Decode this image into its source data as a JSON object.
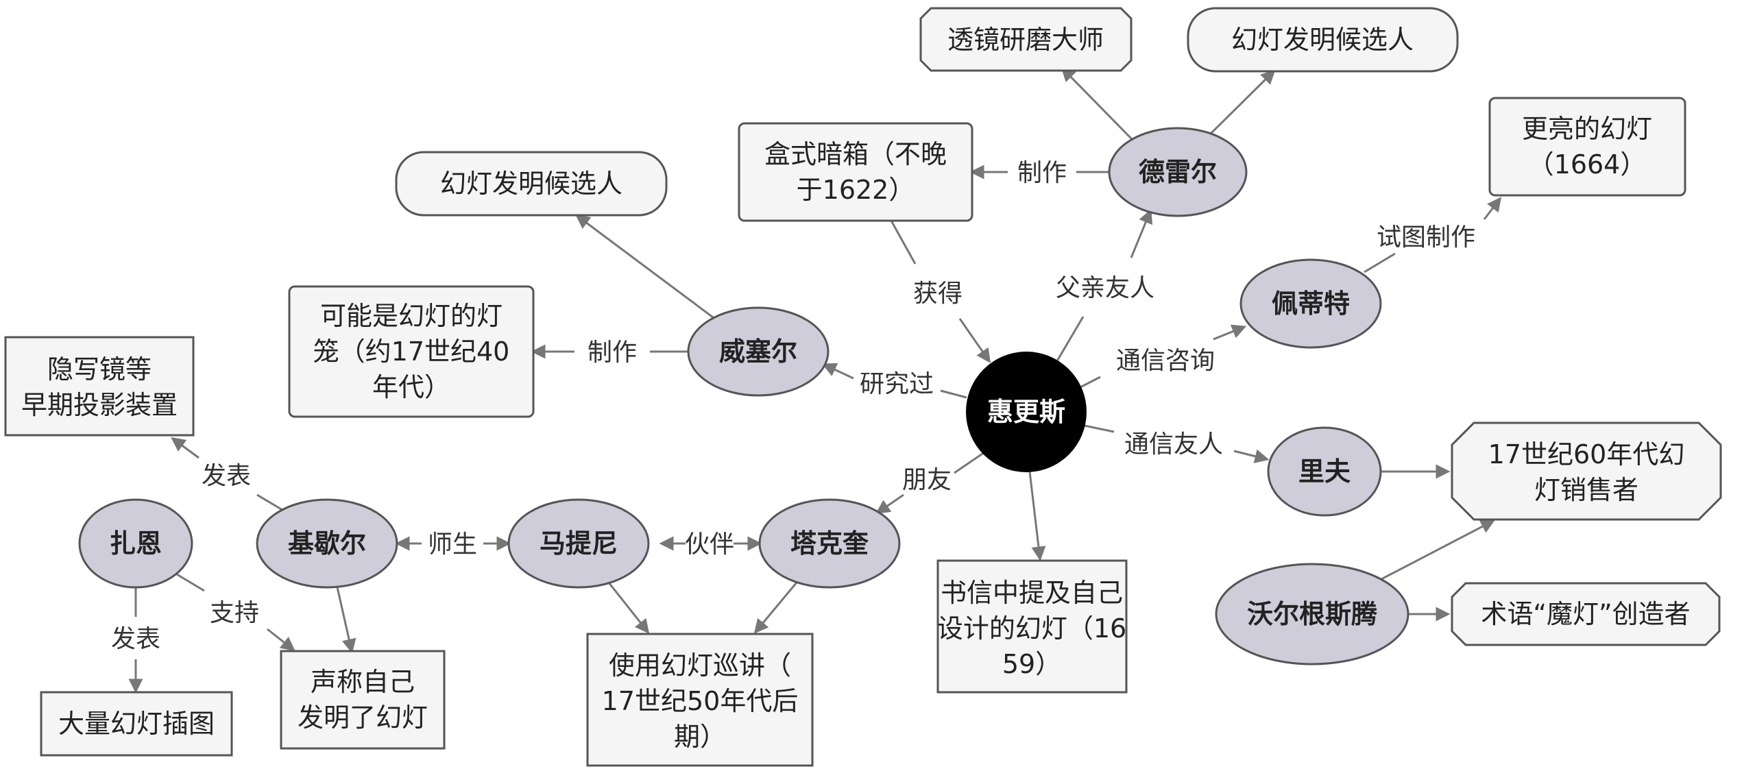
{
  "center": {
    "id": "huygens",
    "label": "惠更斯"
  },
  "people": [
    {
      "id": "deller",
      "label": "德雷尔"
    },
    {
      "id": "wiesel",
      "label": "威塞尔"
    },
    {
      "id": "petit",
      "label": "佩蒂特"
    },
    {
      "id": "reeves",
      "label": "里夫"
    },
    {
      "id": "walgensten",
      "label": "沃尔根斯腾"
    },
    {
      "id": "taquet",
      "label": "塔克奎"
    },
    {
      "id": "martini",
      "label": "马提尼"
    },
    {
      "id": "kircher",
      "label": "基歇尔"
    },
    {
      "id": "zahn",
      "label": "扎恩"
    }
  ],
  "facts": [
    {
      "id": "lens-master",
      "lines": [
        "透镜研磨大师"
      ]
    },
    {
      "id": "deller-candidate",
      "lines": [
        "幻灯发明候选人"
      ]
    },
    {
      "id": "box-camera",
      "lines": [
        "盒式暗箱（不晚",
        "于1622）"
      ]
    },
    {
      "id": "wiesel-candidate",
      "lines": [
        "幻灯发明候选人"
      ]
    },
    {
      "id": "lantern-housing",
      "lines": [
        "可能是幻灯的灯",
        "笼（约17世纪40",
        "年代）"
      ]
    },
    {
      "id": "brighter-lantern",
      "lines": [
        "更亮的幻灯",
        "（1664）"
      ]
    },
    {
      "id": "steganography",
      "lines": [
        "隐写镜等",
        "早期投影装置"
      ]
    },
    {
      "id": "lantern-seller",
      "lines": [
        "17世纪60年代幻",
        "灯销售者"
      ]
    },
    {
      "id": "magic-lantern-term",
      "lines": [
        "术语“魔灯”创造者"
      ]
    },
    {
      "id": "letter-design",
      "lines": [
        "书信中提及自己",
        "设计的幻灯（16",
        "59）"
      ]
    },
    {
      "id": "lecture-tour",
      "lines": [
        "使用幻灯巡讲（",
        "17世纪50年代后",
        "期）"
      ]
    },
    {
      "id": "claimed-invention",
      "lines": [
        "声称自己",
        "发明了幻灯"
      ]
    },
    {
      "id": "many-illustrations",
      "lines": [
        "大量幻灯插图"
      ]
    }
  ],
  "edge_labels": {
    "made": "制作",
    "father_friend": "父亲友人",
    "obtained": "获得",
    "tried_to_make": "试图制作",
    "consulted": "通信咨询",
    "studied": "研究过",
    "corresp_friend": "通信友人",
    "friend": "朋友",
    "partner": "伙伴",
    "teacher_student": "师生",
    "published": "发表",
    "support": "支持"
  },
  "colors": {
    "center_fill": "#000000",
    "person_fill": "#cfcdd9",
    "box_fill": "#f5f5f5",
    "stroke": "#555555",
    "edge": "#777777"
  }
}
